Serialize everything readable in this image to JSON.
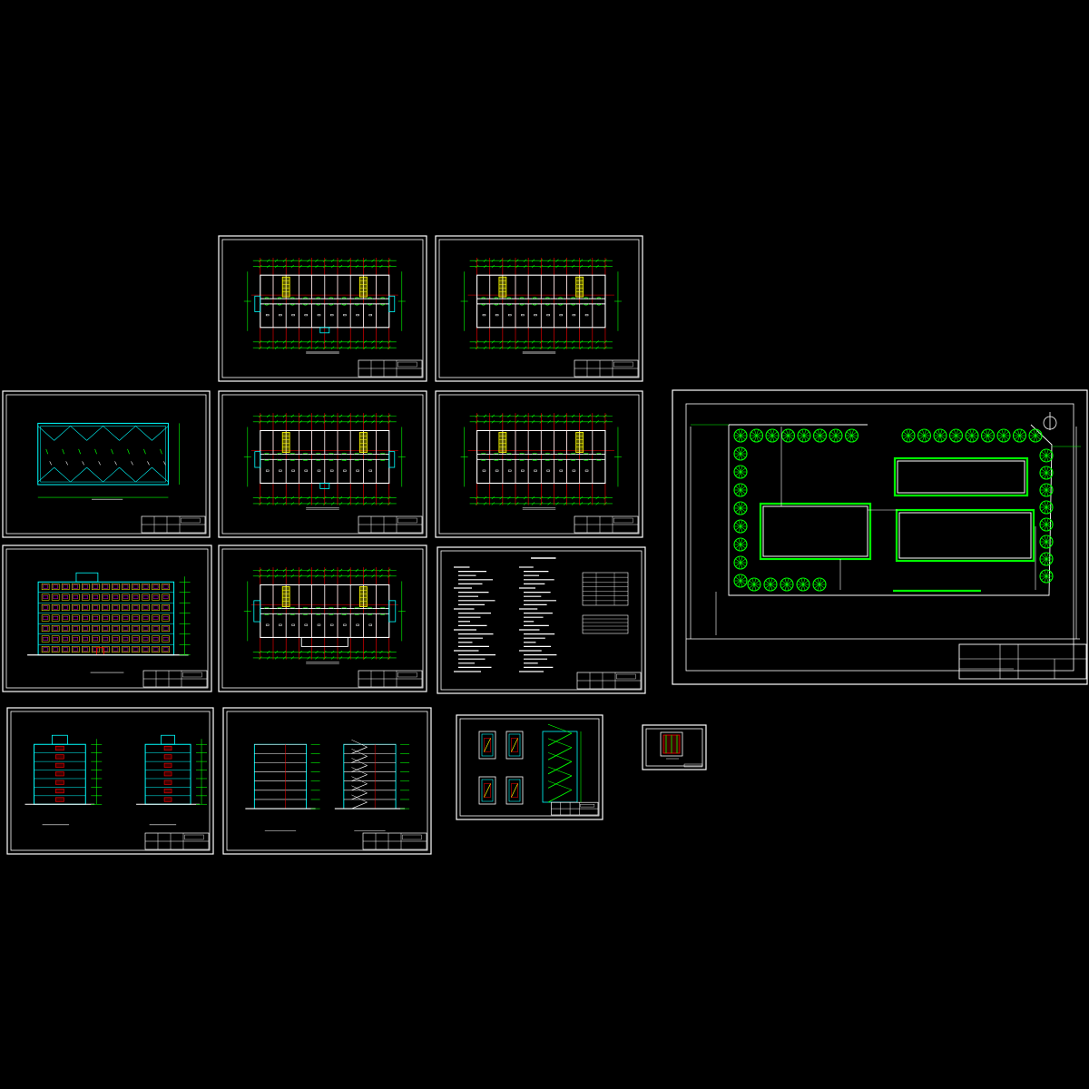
{
  "colors": {
    "background": "#000000",
    "sheet_border": "#ffffff",
    "wall": "#ffffff",
    "grid": "#00ff00",
    "axis_red": "#ff0000",
    "cyan": "#00ffff",
    "yellow": "#ffff00",
    "magenta": "#ff00ff",
    "tree": "#00ff00"
  },
  "sheets": [
    {
      "id": "floor-plan-a",
      "type": "plan",
      "variant": 1
    },
    {
      "id": "floor-plan-b",
      "type": "plan",
      "variant": 2
    },
    {
      "id": "roof-plan",
      "type": "roof"
    },
    {
      "id": "floor-plan-c",
      "type": "plan",
      "variant": 1
    },
    {
      "id": "floor-plan-d",
      "type": "plan",
      "variant": 2
    },
    {
      "id": "front-elevation",
      "type": "elevation"
    },
    {
      "id": "floor-plan-e",
      "type": "plan",
      "variant": 3
    },
    {
      "id": "design-notes",
      "type": "notes"
    },
    {
      "id": "side-elevations",
      "type": "side"
    },
    {
      "id": "sections",
      "type": "section"
    },
    {
      "id": "stair-details",
      "type": "stairs"
    },
    {
      "id": "small-detail",
      "type": "mini"
    },
    {
      "id": "site-plan",
      "type": "site"
    }
  ]
}
